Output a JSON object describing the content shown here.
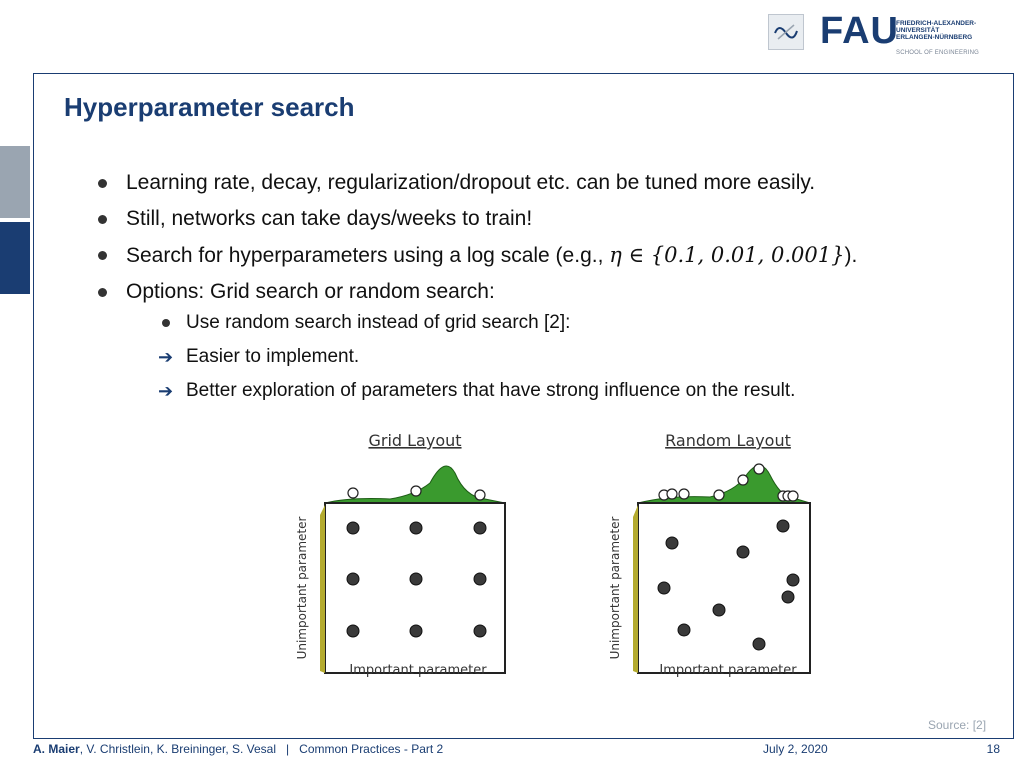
{
  "header": {
    "logo_word": "FAU",
    "logo_lines": [
      "FRIEDRICH-ALEXANDER-",
      "UNIVERSITÄT",
      "ERLANGEN-NÜRNBERG"
    ],
    "school": "SCHOOL OF ENGINEERING"
  },
  "slide": {
    "title": "Hyperparameter search",
    "bullets": [
      "Learning rate, decay, regularization/dropout etc. can be tuned more easily.",
      "Still, networks can take days/weeks to train!",
      "Options: Grid search or random search:"
    ],
    "log_scale_prefix": "Search for hyperparameters using a log scale (e.g.,",
    "log_scale_math": "η ∈ {0.1, 0.01, 0.001}",
    "log_scale_suffix": ").",
    "sub_bullet": "Use random search instead of grid search [2]:",
    "arrows": [
      "Easier to implement.",
      "Better exploration of parameters that have strong influence on the result."
    ]
  },
  "figure": {
    "grid_title": "Grid Layout",
    "random_title": "Random Layout",
    "y_label": "Unimportant parameter",
    "x_label": "Important parameter"
  },
  "source": "Source: [2]",
  "footer": {
    "author_bold": "A. Maier",
    "authors_rest": ", V. Christlein, K. Breininger, S. Vesal",
    "separator": "|",
    "lecture": "Common Practices - Part 2",
    "date": "July 2, 2020",
    "page": "18"
  },
  "colors": {
    "brand": "#1a3d72",
    "accent_gray": "#9aa5b1",
    "curve_green": "#3a9a2e",
    "axis_olive": "#b4ab2f"
  }
}
